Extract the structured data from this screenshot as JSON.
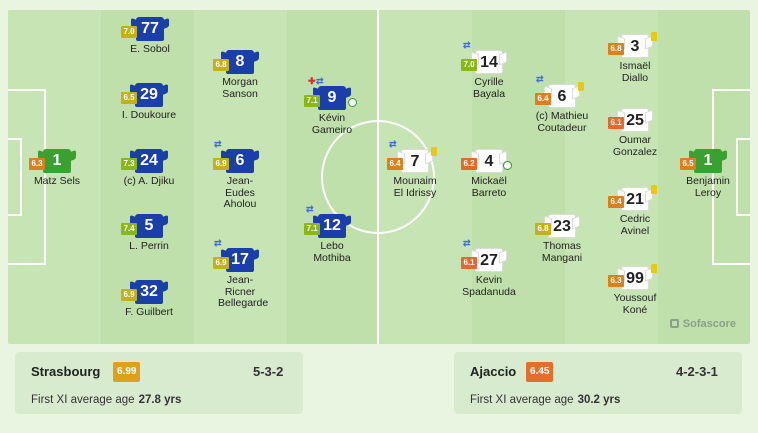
{
  "brand": {
    "watermark": "Sofascore"
  },
  "colors": {
    "home_kit": "#1b3fa8",
    "away_kit": "#ffffff",
    "goalkeeper": "#3aa02f",
    "pitch_light": "#c9e6b8",
    "pitch_dark": "#bde0a9"
  },
  "home": {
    "team": "Strasbourg",
    "rating": "6.99",
    "formation": "5-3-2",
    "age_label": "First XI average age",
    "age_value": "27.8 yrs",
    "players": [
      {
        "number": "1",
        "name": "Matz Sels",
        "rating": "6.3"
      },
      {
        "number": "77",
        "name": "E. Sobol",
        "rating": "7.0"
      },
      {
        "number": "29",
        "name": "I. Doukoure",
        "rating": "6.5"
      },
      {
        "number": "24",
        "name": "(c) A. Djiku",
        "rating": "7.3"
      },
      {
        "number": "5",
        "name": "L. Perrin",
        "rating": "7.4"
      },
      {
        "number": "32",
        "name": "F. Guilbert",
        "rating": "6.9"
      },
      {
        "number": "8",
        "name": "Morgan Sanson",
        "rating": "6.8"
      },
      {
        "number": "6",
        "name": "Jean-Eudes Aholou",
        "rating": "6.9"
      },
      {
        "number": "17",
        "name": "Jean-Ricner Bellegarde",
        "rating": "6.9"
      },
      {
        "number": "9",
        "name": "Kévin Gameiro",
        "rating": "7.1"
      },
      {
        "number": "12",
        "name": "Lebo Mothiba",
        "rating": "7.1"
      }
    ]
  },
  "away": {
    "team": "Ajaccio",
    "rating": "6.45",
    "formation": "4-2-3-1",
    "age_label": "First XI average age",
    "age_value": "30.2 yrs",
    "players": [
      {
        "number": "1",
        "name": "Benjamin Leroy",
        "rating": "6.5"
      },
      {
        "number": "3",
        "name": "Ismaël Diallo",
        "rating": "6.8"
      },
      {
        "number": "25",
        "name": "Oumar Gonzalez",
        "rating": "6.1"
      },
      {
        "number": "21",
        "name": "Cedric Avinel",
        "rating": "6.4"
      },
      {
        "number": "99",
        "name": "Youssouf Koné",
        "rating": "6.3"
      },
      {
        "number": "6",
        "name": "(c) Mathieu Coutadeur",
        "rating": "6.4"
      },
      {
        "number": "23",
        "name": "Thomas Mangani",
        "rating": "6.8"
      },
      {
        "number": "14",
        "name": "Cyrille Bayala",
        "rating": "7.0"
      },
      {
        "number": "4",
        "name": "Mickaël Barreto",
        "rating": "6.2"
      },
      {
        "number": "27",
        "name": "Kevin Spadanuda",
        "rating": "6.1"
      },
      {
        "number": "7",
        "name": "Mounaim El Idrissy",
        "rating": "6.4"
      }
    ]
  }
}
